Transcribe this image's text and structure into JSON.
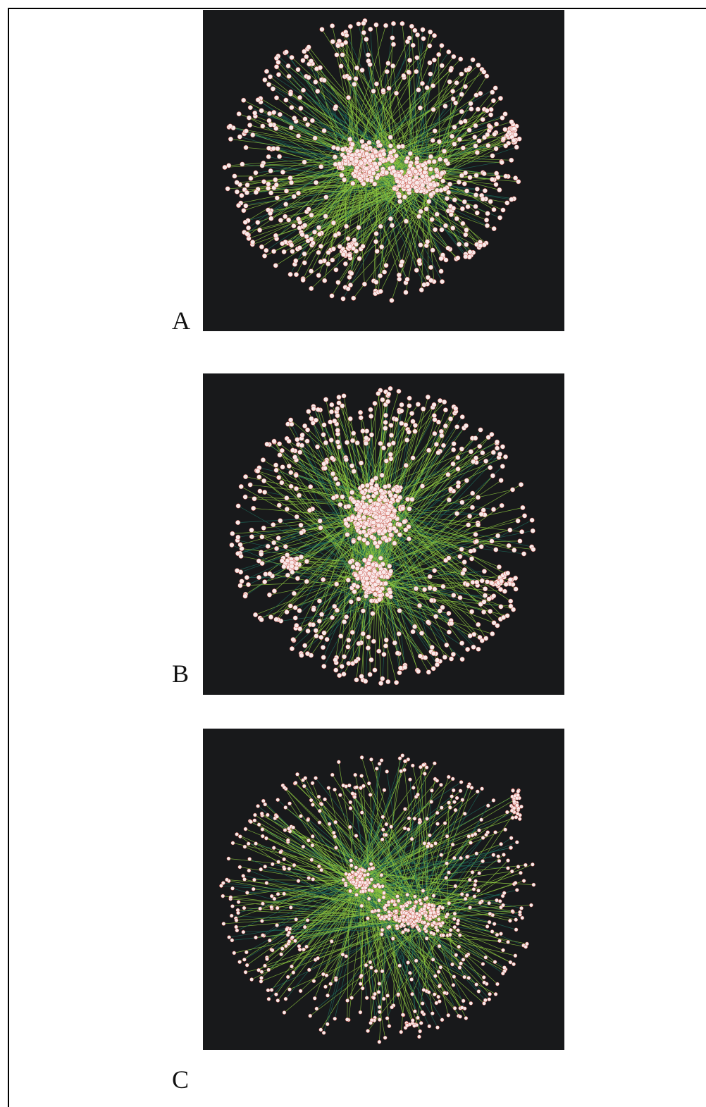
{
  "figure": {
    "panels": [
      {
        "label": "A"
      },
      {
        "label": "B"
      },
      {
        "label": "C"
      }
    ]
  },
  "colors": {
    "panel_background": "#18191b",
    "edge_green": "#8cc63f",
    "edge_teal": "#1e6b5c",
    "node_fill": "#f8eaea",
    "node_stroke": "#c0392b"
  }
}
